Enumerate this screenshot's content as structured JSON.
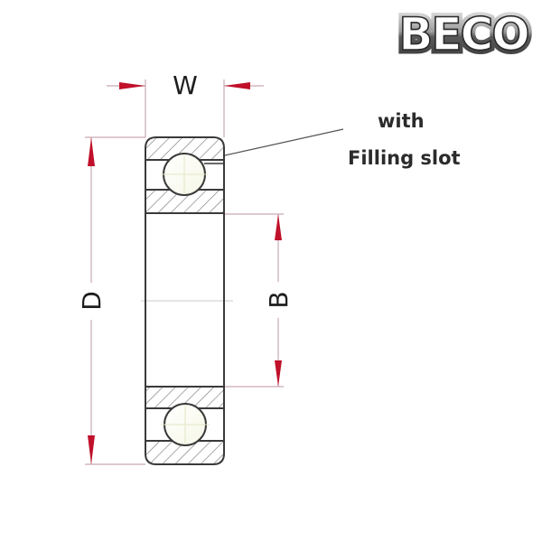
{
  "logo": {
    "text": "BECO"
  },
  "annotation": {
    "line1": "with",
    "line2": "Filling slot"
  },
  "dimensions": {
    "width_label": "W",
    "outer_diameter_label": "D",
    "bore_label": "B"
  },
  "colors": {
    "outline": "#3a3a3a",
    "dimension_line": "#c9a9b4",
    "arrow": "#c0102a",
    "hatch": "#7a7a7a",
    "ball_fill": "#fbfbee",
    "text": "#2b2b2b"
  }
}
